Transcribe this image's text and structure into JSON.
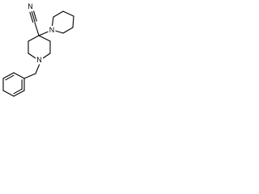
{
  "molecule": {
    "atoms": {
      "nitrile_nitrogen": "N",
      "piperidine_nitrogen_top": "N",
      "piperidine_nitrogen_bottom": "N"
    }
  },
  "colors": {
    "bond": "#000000",
    "label": "#000000",
    "background": "#ffffff"
  }
}
